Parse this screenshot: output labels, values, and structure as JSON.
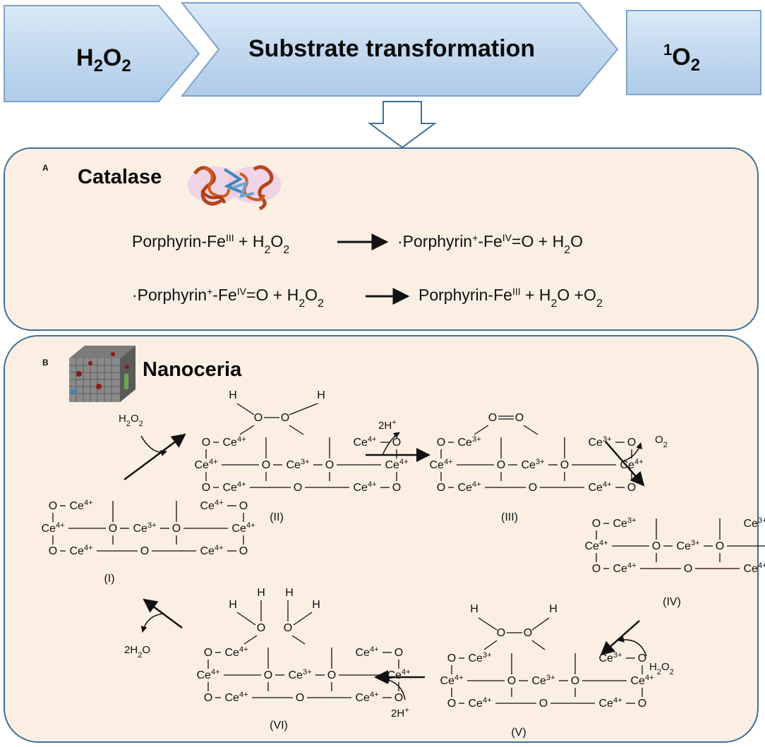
{
  "banner": {
    "left_main": "H",
    "left_sub1": "2",
    "left_mid": "O",
    "left_sub2": "2",
    "middle": "Substrate transformation",
    "right_sup": "1",
    "right_main": "O",
    "right_sub": "2"
  },
  "panel_a": {
    "letter": "A",
    "title": "Catalase",
    "eq1": {
      "left": [
        {
          "t": "Porphyrin-Fe"
        },
        {
          "t": "III",
          "s": "sup"
        },
        {
          "t": " + H"
        },
        {
          "t": "2",
          "s": "sub"
        },
        {
          "t": "O"
        },
        {
          "t": "2",
          "s": "sub"
        }
      ],
      "right": [
        {
          "t": "·Porphyrin"
        },
        {
          "t": "+",
          "s": "sup"
        },
        {
          "t": "-Fe"
        },
        {
          "t": "IV",
          "s": "sup"
        },
        {
          "t": "=O  + H"
        },
        {
          "t": "2",
          "s": "sub"
        },
        {
          "t": "O"
        }
      ]
    },
    "eq2": {
      "left": [
        {
          "t": "·Porphyrin"
        },
        {
          "t": "+",
          "s": "sup"
        },
        {
          "t": "-Fe"
        },
        {
          "t": "IV",
          "s": "sup"
        },
        {
          "t": "=O  + H"
        },
        {
          "t": "2",
          "s": "sub"
        },
        {
          "t": "O"
        },
        {
          "t": "2",
          "s": "sub"
        }
      ],
      "right": [
        {
          "t": "Porphyrin-Fe"
        },
        {
          "t": "III",
          "s": "sup"
        },
        {
          "t": " + H"
        },
        {
          "t": "2",
          "s": "sub"
        },
        {
          "t": "O +O"
        },
        {
          "t": "2",
          "s": "sub"
        }
      ]
    }
  },
  "panel_b": {
    "letter": "B",
    "title": "Nanoceria",
    "labels": {
      "I": "(I)",
      "II": "(II)",
      "III": "(III)",
      "IV": "(IV)",
      "V": "(V)",
      "VI": "(VI)"
    },
    "reagents": {
      "h2o2_in_1": "H2O2",
      "h_out": "2H+",
      "o2_out": "O2",
      "h2o2_in_2": "H2O2",
      "h_in": "2H+",
      "water_out": "2H2O"
    },
    "atoms": {
      "O": "O",
      "H": "H",
      "Ce": "Ce",
      "ce4": "4+",
      "ce3": "3+"
    }
  },
  "colors": {
    "banner_fill": "#c7dcf1",
    "banner_border": "#7da3c8",
    "panel_fill": "#fbeee3",
    "panel_border": "#3f6f93",
    "ce3_red": "#e23a1a"
  }
}
